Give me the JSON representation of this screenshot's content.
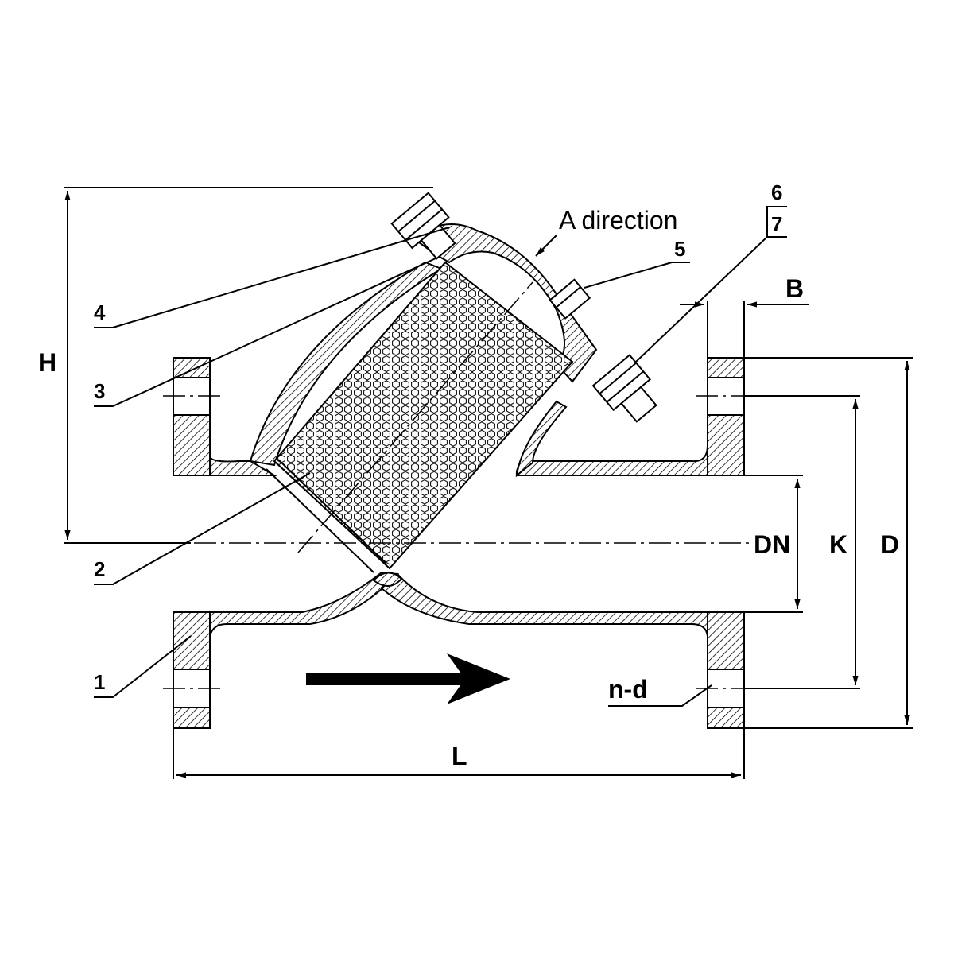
{
  "diagram": {
    "callouts": {
      "part_1": "1",
      "part_2": "2",
      "part_3": "3",
      "part_4": "4",
      "part_5": "5",
      "part_6": "6",
      "part_7": "7"
    },
    "direction_note": "A direction",
    "dimensions": {
      "height": "H",
      "length": "L",
      "flange_thickness": "B",
      "nominal_diameter": "DN",
      "bolt_circle": "K",
      "flange_diameter": "D",
      "bolt_holes": "n-d"
    }
  }
}
